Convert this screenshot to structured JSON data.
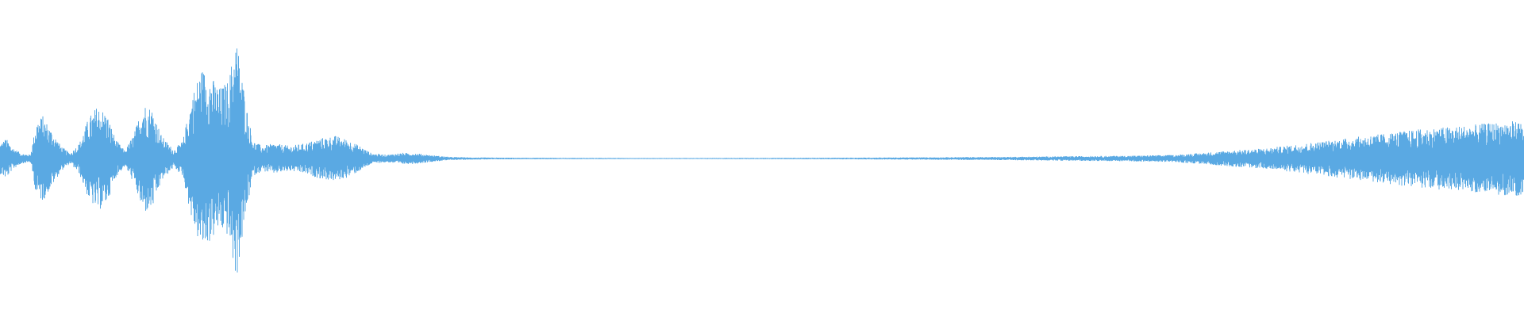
{
  "waveform": {
    "color": "#5aa9e3",
    "background": "#ffffff",
    "duration_fraction_range": [
      0,
      1
    ],
    "amplitude_range": [
      -1,
      1
    ],
    "envelope": [
      {
        "t": 0.0,
        "a": 0.12
      },
      {
        "t": 0.004,
        "a": 0.16
      },
      {
        "t": 0.008,
        "a": 0.09
      },
      {
        "t": 0.014,
        "a": 0.04
      },
      {
        "t": 0.02,
        "a": 0.03
      },
      {
        "t": 0.024,
        "a": 0.3
      },
      {
        "t": 0.028,
        "a": 0.34
      },
      {
        "t": 0.034,
        "a": 0.22
      },
      {
        "t": 0.04,
        "a": 0.1
      },
      {
        "t": 0.046,
        "a": 0.04
      },
      {
        "t": 0.052,
        "a": 0.12
      },
      {
        "t": 0.058,
        "a": 0.32
      },
      {
        "t": 0.064,
        "a": 0.42
      },
      {
        "t": 0.07,
        "a": 0.36
      },
      {
        "t": 0.076,
        "a": 0.15
      },
      {
        "t": 0.082,
        "a": 0.06
      },
      {
        "t": 0.088,
        "a": 0.2
      },
      {
        "t": 0.094,
        "a": 0.44
      },
      {
        "t": 0.1,
        "a": 0.4
      },
      {
        "t": 0.106,
        "a": 0.18
      },
      {
        "t": 0.114,
        "a": 0.07
      },
      {
        "t": 0.12,
        "a": 0.14
      },
      {
        "t": 0.126,
        "a": 0.5
      },
      {
        "t": 0.132,
        "a": 0.72
      },
      {
        "t": 0.138,
        "a": 0.66
      },
      {
        "t": 0.144,
        "a": 0.56
      },
      {
        "t": 0.15,
        "a": 0.62
      },
      {
        "t": 0.155,
        "a": 0.98
      },
      {
        "t": 0.158,
        "a": 0.72
      },
      {
        "t": 0.162,
        "a": 0.4
      },
      {
        "t": 0.166,
        "a": 0.14
      },
      {
        "t": 0.172,
        "a": 0.1
      },
      {
        "t": 0.18,
        "a": 0.12
      },
      {
        "t": 0.19,
        "a": 0.1
      },
      {
        "t": 0.2,
        "a": 0.12
      },
      {
        "t": 0.21,
        "a": 0.16
      },
      {
        "t": 0.22,
        "a": 0.18
      },
      {
        "t": 0.228,
        "a": 0.15
      },
      {
        "t": 0.236,
        "a": 0.1
      },
      {
        "t": 0.244,
        "a": 0.04
      },
      {
        "t": 0.254,
        "a": 0.03
      },
      {
        "t": 0.264,
        "a": 0.045
      },
      {
        "t": 0.274,
        "a": 0.04
      },
      {
        "t": 0.284,
        "a": 0.025
      },
      {
        "t": 0.296,
        "a": 0.012
      },
      {
        "t": 0.31,
        "a": 0.008
      },
      {
        "t": 0.34,
        "a": 0.006
      },
      {
        "t": 0.38,
        "a": 0.005
      },
      {
        "t": 0.42,
        "a": 0.004
      },
      {
        "t": 0.46,
        "a": 0.004
      },
      {
        "t": 0.5,
        "a": 0.005
      },
      {
        "t": 0.54,
        "a": 0.006
      },
      {
        "t": 0.58,
        "a": 0.008
      },
      {
        "t": 0.62,
        "a": 0.01
      },
      {
        "t": 0.66,
        "a": 0.013
      },
      {
        "t": 0.7,
        "a": 0.018
      },
      {
        "t": 0.74,
        "a": 0.022
      },
      {
        "t": 0.77,
        "a": 0.028
      },
      {
        "t": 0.79,
        "a": 0.045
      },
      {
        "t": 0.81,
        "a": 0.065
      },
      {
        "t": 0.83,
        "a": 0.08
      },
      {
        "t": 0.85,
        "a": 0.11
      },
      {
        "t": 0.87,
        "a": 0.14
      },
      {
        "t": 0.89,
        "a": 0.17
      },
      {
        "t": 0.91,
        "a": 0.2
      },
      {
        "t": 0.93,
        "a": 0.23
      },
      {
        "t": 0.95,
        "a": 0.25
      },
      {
        "t": 0.97,
        "a": 0.27
      },
      {
        "t": 0.985,
        "a": 0.29
      },
      {
        "t": 1.0,
        "a": 0.3
      }
    ]
  }
}
